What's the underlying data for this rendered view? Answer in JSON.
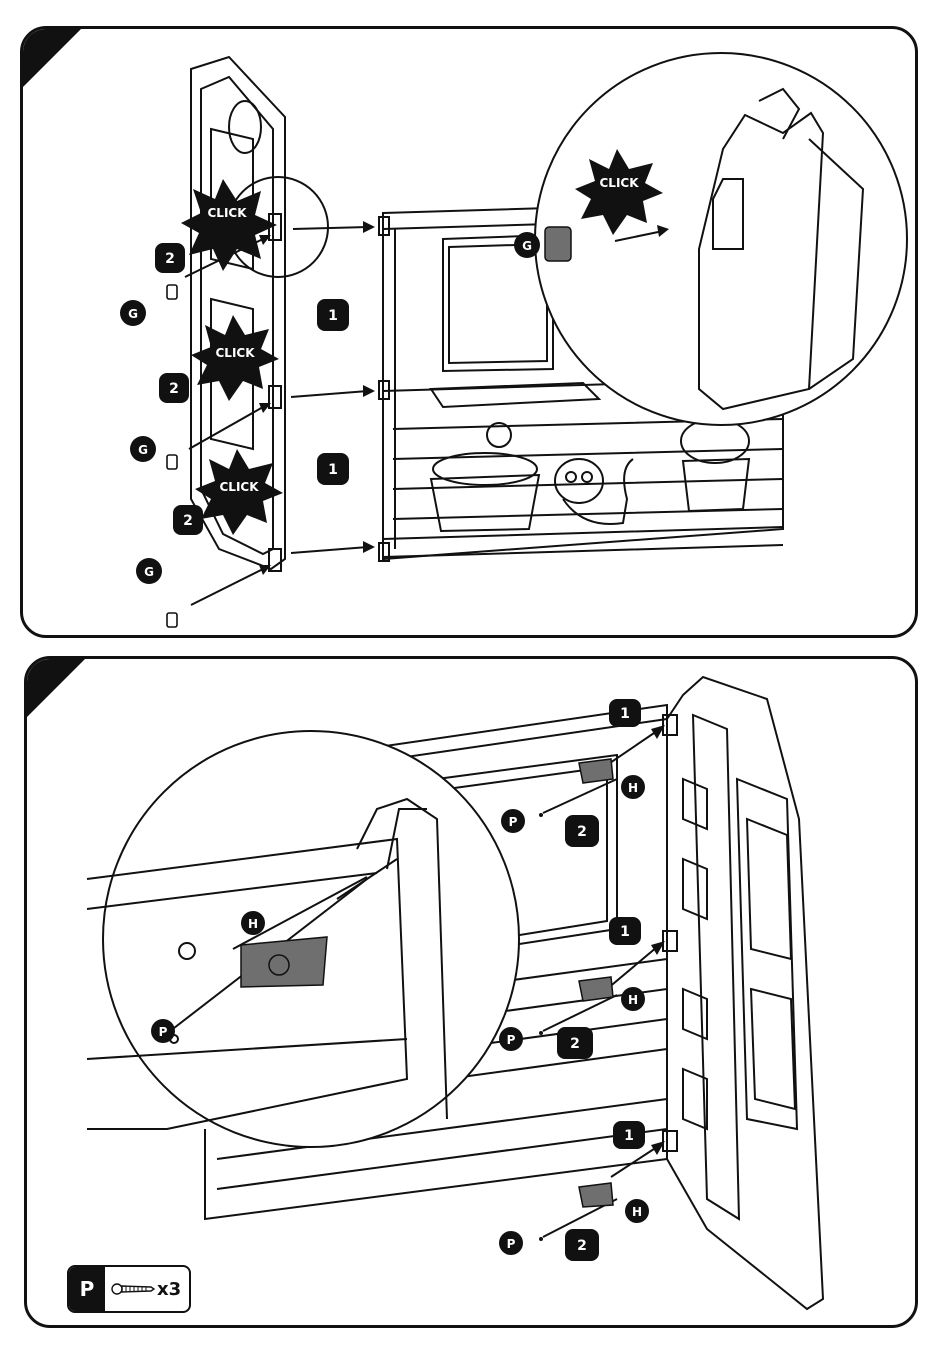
{
  "step1": {
    "click_labels": [
      "CLICK",
      "CLICK",
      "CLICK",
      "CLICK"
    ],
    "part_labels": {
      "g": "G"
    },
    "step_numbers": {
      "one": "1",
      "two": "2"
    }
  },
  "step2": {
    "part_labels": {
      "h": "H",
      "p": "P"
    },
    "step_numbers": {
      "one": "1",
      "two": "2"
    },
    "legend": {
      "key": "P",
      "quantity": "x3"
    }
  },
  "colors": {
    "ink": "#111111",
    "part_grey": "#6f6f6f",
    "paper": "#ffffff"
  }
}
